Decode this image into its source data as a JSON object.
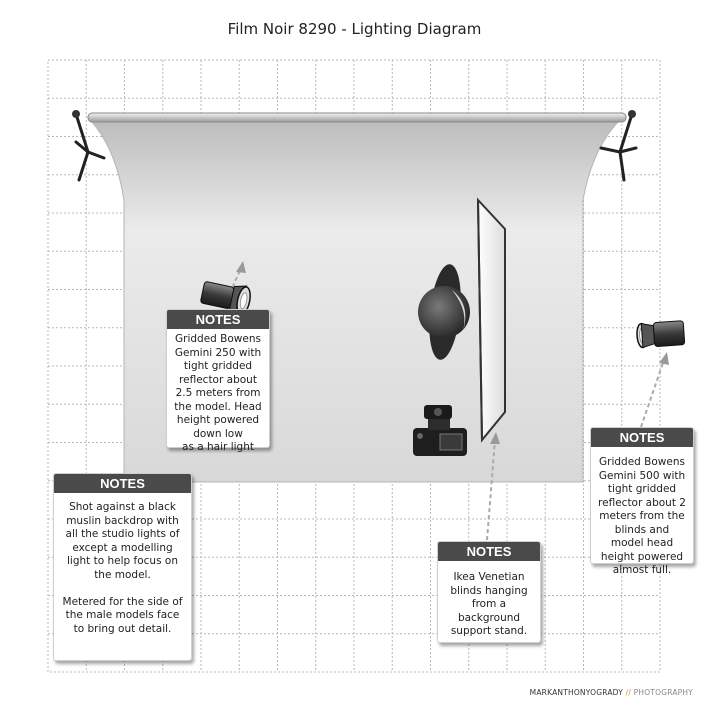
{
  "title": "Film Noir 8290 - Lighting Diagram",
  "notes": {
    "hair": {
      "heading": "NOTES",
      "body": "Gridded Bowens Gemini 250 with tight gridded reflector about 2.5 meters from the model.  Head height powered down low\nas a hair light"
    },
    "backdrop": {
      "heading": "NOTES",
      "body": "Shot against a black muslin backdrop with all the studio lights of except a modelling light to help focus on the model.\n\nMetered for the side of the male models face to bring out detail."
    },
    "blinds": {
      "heading": "NOTES",
      "body": "Ikea Venetian blinds hanging from a background support stand."
    },
    "key": {
      "heading": "NOTES",
      "body": "Gridded Bowens Gemini 500 with tight gridded reflector about 2 meters from the blinds and model head height powered almost full."
    }
  },
  "credit": {
    "name": "MARKANTHONYOGRADY",
    "separator": " // ",
    "tag": "PHOTOGRAPHY"
  }
}
